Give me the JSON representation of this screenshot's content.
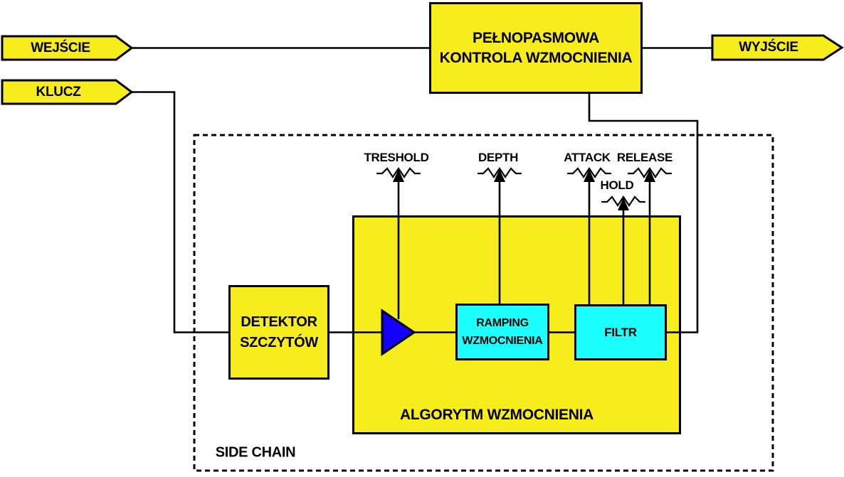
{
  "diagram": {
    "io_tags": {
      "input": "WEJŚCIE",
      "key": "KLUCZ",
      "output": "WYJŚCIE"
    },
    "blocks": {
      "gain_control": {
        "line1": "PEŁNOPASMOWA",
        "line2": "KONTROLA WZMOCNIENIA"
      },
      "peak_detector": {
        "line1": "DETEKTOR",
        "line2": "SZCZYTÓW"
      },
      "gain_ramping": {
        "line1": "RAMPING",
        "line2": "WZMOCNIENIA"
      },
      "filter": "FILTR",
      "gain_algorithm": "ALGORYTM WZMOCNIENIA",
      "side_chain": "SIDE CHAIN"
    },
    "controls": {
      "threshold": "TRESHOLD",
      "depth": "DEPTH",
      "attack": "ATTACK",
      "release": "RELEASE",
      "hold": "HOLD"
    },
    "colors": {
      "block_yellow": "#F7EC1C",
      "block_cyan": "#1CFFFF",
      "amp_blue": "#1400FA",
      "line_black": "#000000",
      "background": "#FFFFFF"
    }
  }
}
